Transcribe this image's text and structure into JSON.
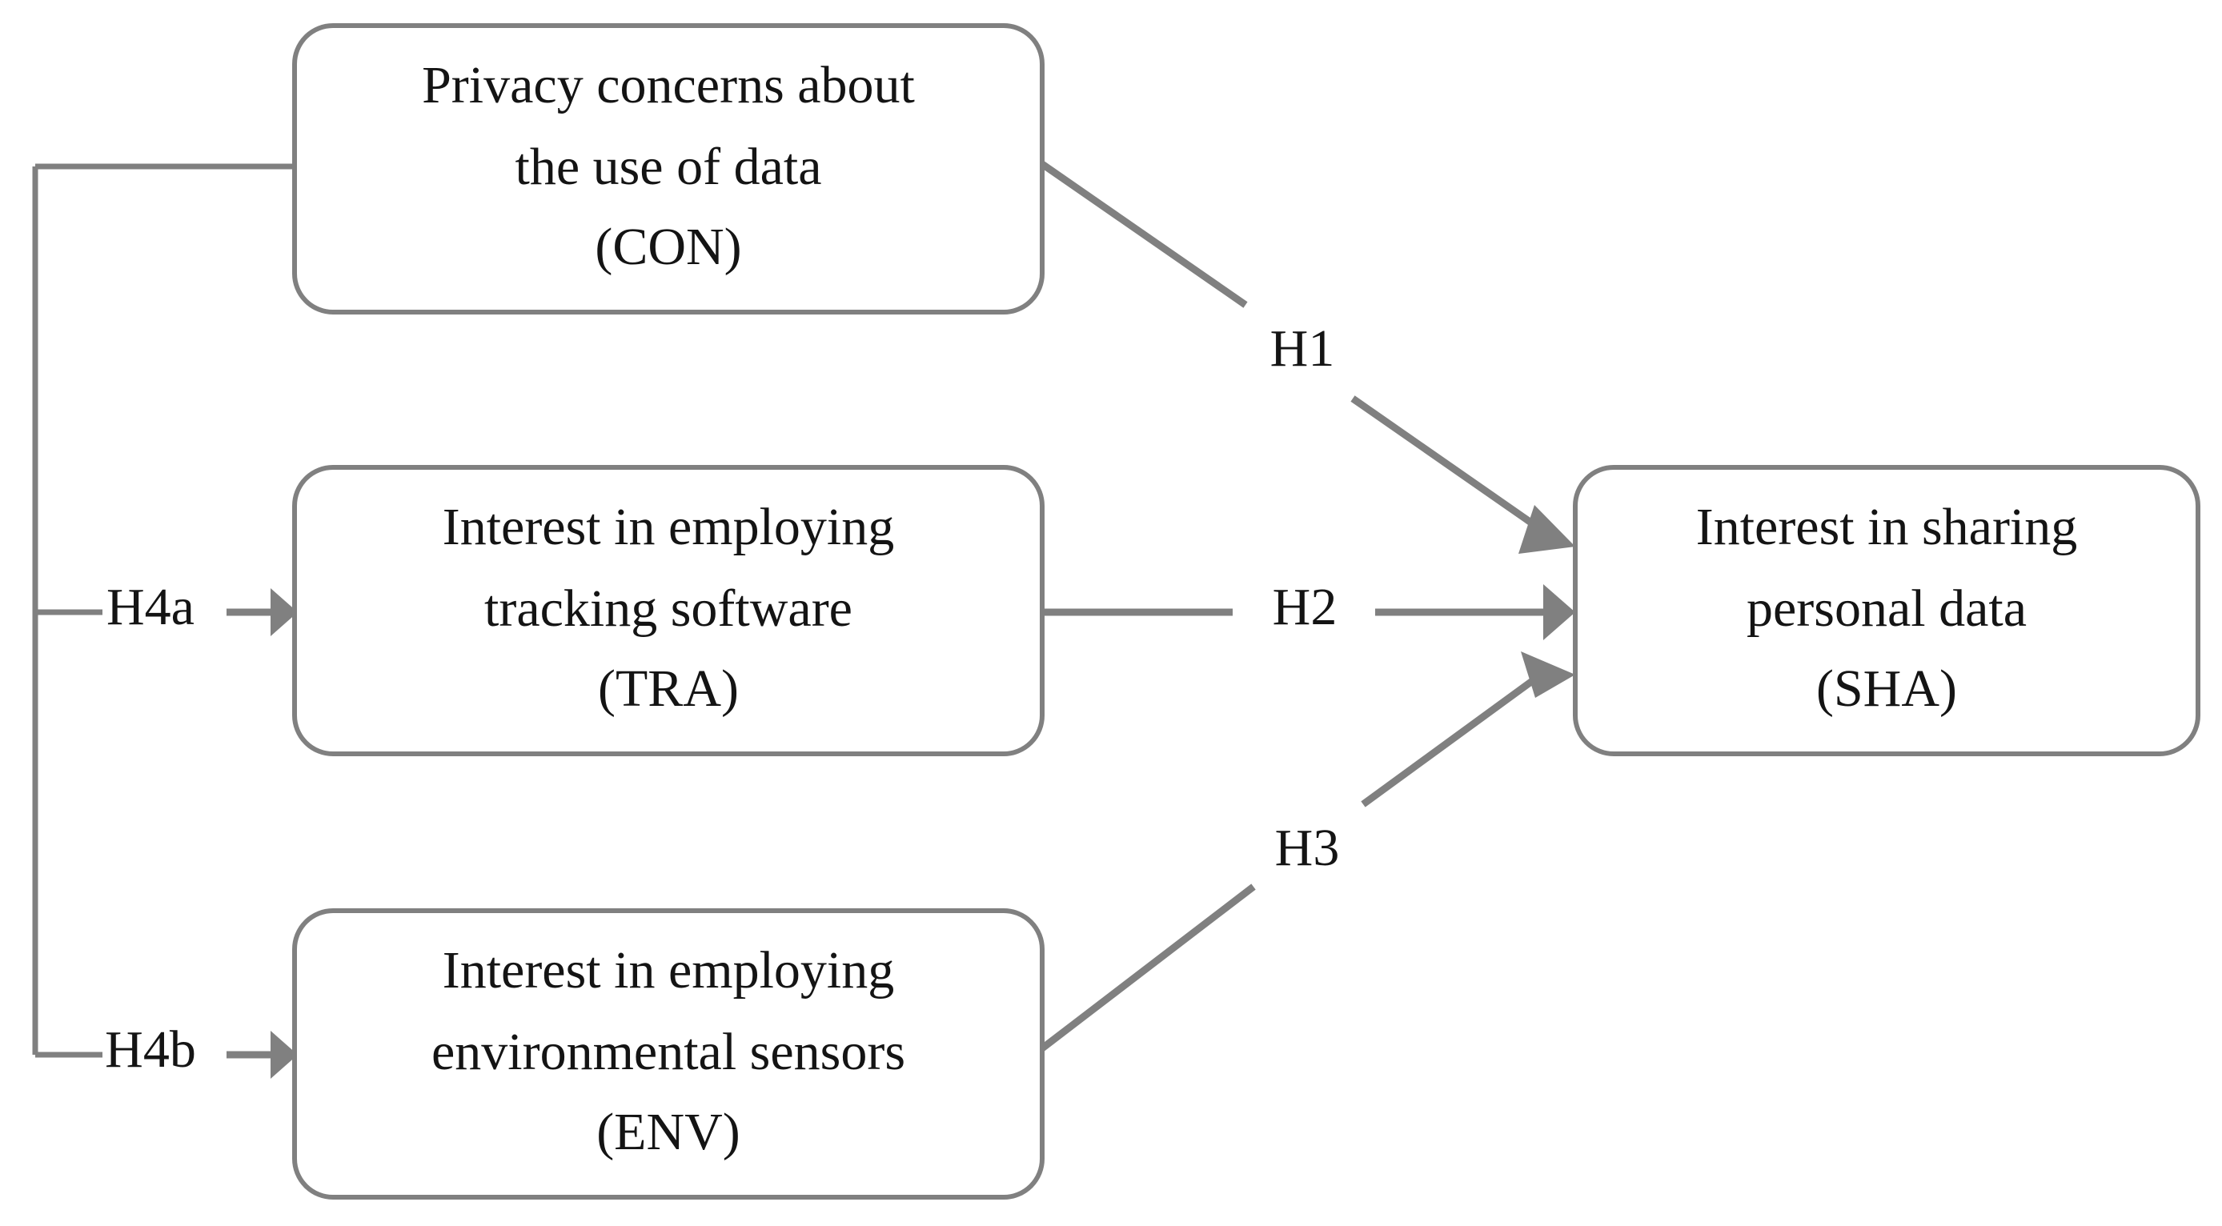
{
  "diagram": {
    "type": "research-model-path-diagram",
    "background_color": "#ffffff",
    "line_color": "#808080",
    "text_color": "#141414",
    "constructs": [
      {
        "id": "CON",
        "code": "(CON)",
        "lines": [
          "Privacy concerns about",
          "the use of data",
          "(CON)"
        ],
        "line1": "Privacy concerns about",
        "line2": "the use of data",
        "line3": "(CON)"
      },
      {
        "id": "TRA",
        "code": "(TRA)",
        "lines": [
          "Interest in employing",
          "tracking software",
          "(TRA)"
        ],
        "line1": "Interest in employing",
        "line2": "tracking software",
        "line3": "(TRA)"
      },
      {
        "id": "ENV",
        "code": "(ENV)",
        "lines": [
          "Interest in employing",
          "environmental sensors",
          "(ENV)"
        ],
        "line1": "Interest in employing",
        "line2": "environmental sensors",
        "line3": "(ENV)"
      },
      {
        "id": "SHA",
        "code": "(SHA)",
        "lines": [
          "Interest in sharing",
          "personal data",
          "(SHA)"
        ],
        "line1": "Interest in sharing",
        "line2": "personal data",
        "line3": "(SHA)"
      }
    ],
    "hypotheses": [
      {
        "id": "H1",
        "label": "H1",
        "from": "CON",
        "to": "SHA"
      },
      {
        "id": "H2",
        "label": "H2",
        "from": "TRA",
        "to": "SHA"
      },
      {
        "id": "H3",
        "label": "H3",
        "from": "ENV",
        "to": "SHA"
      },
      {
        "id": "H4a",
        "label": "H4a",
        "from": "CON",
        "to": "TRA"
      },
      {
        "id": "H4b",
        "label": "H4b",
        "from": "CON",
        "to": "ENV"
      }
    ]
  }
}
